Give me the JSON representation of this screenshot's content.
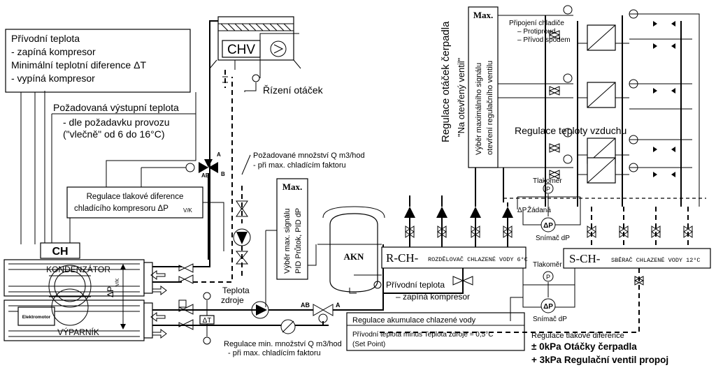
{
  "supply_box": {
    "line1": "Přívodní teplota",
    "line2": "- zapíná kompresor",
    "line3": "Minimální teplotní diference ΔT",
    "line4": "- vypíná kompresor"
  },
  "outlet_temp": {
    "title": "Požadovaná výstupní teplota",
    "line1": "- dle požadavku provozu",
    "line2": "(\"vlečně\" od 6 do 16°C)"
  },
  "pressure_reg_box": {
    "line1": "Regulace tlakové diference",
    "line2": "chladícího kompresoru ΔP",
    "sub": "V/K"
  },
  "chv_label": "CHV",
  "speed_control": "Řízení otáček",
  "required_q": {
    "line1": "Požadované množství Q m3/hod",
    "line2": "- při max. chladícím faktoru"
  },
  "max_box_mid": {
    "title": "Max.",
    "line1": "Výběr max. signálu",
    "line2": "PID Průtok, PID dP"
  },
  "akn_label": "AKN",
  "r_ch": {
    "code": "R-CH-",
    "desc": "ROZDĚLOVAČ CHLAZENÉ VODY 6°C"
  },
  "s_ch": {
    "code": "S-CH-",
    "desc": "SBĚRAČ CHLAZENÉ VODY 12°C"
  },
  "ch_label": "CH",
  "condenser_label": "KONDENZÁTOR",
  "evaporator_label": "VÝPARNÍK",
  "electromotor_label": "Elektromotor",
  "dpvk_label": "ΔP",
  "dpvk_sub": "V/K",
  "dt_label": "ΔT",
  "source_temp": {
    "line1": "Teplota",
    "line2": "zdroje"
  },
  "supply_temp_mid": {
    "line1": "Přívodní teplota",
    "line2": "– zapíná kompresor"
  },
  "accumulation_box": {
    "title": "Regulace akumulace chlazené vody",
    "line1": "Přívodní teplota mínus Teplota zdroje = 0,5°C",
    "line2": "(Set Point)"
  },
  "min_q": {
    "line1": "Regulace min. množství Q m3/hod",
    "line2": "- při max. chladícím faktoru"
  },
  "pump_speed_reg": {
    "line1": "Regulace otáček čerpadla",
    "line2": "\"Na otevřený ventil\""
  },
  "max_box_right": {
    "title": "Max.",
    "line1": "Výběr maximálního signálu",
    "line2": "otevření regulačního ventilu"
  },
  "cooler_conn": {
    "title": "Připojení chladiče",
    "line1": "– Protiproud",
    "line2": "– Přívod spodem"
  },
  "air_temp_reg": "Regulace teploty vzduchu",
  "tlakomer": "Tlakoměr",
  "zadana": "Žádaná",
  "dp_symbol": "ΔP",
  "dp_sensor": "Snímač dP",
  "tlakomer2": "Tlakoměr",
  "dp_sensor2": "Snímač dP",
  "pressure_diff_reg": {
    "title": "Regulace tlakové diference",
    "line1": "± 0kPa Otáčky čerpadla",
    "line2": "+ 3kPa Regulační ventil propoj"
  },
  "valve_ports": {
    "a": "A",
    "ab": "AB",
    "b": "B"
  },
  "pressure_gauge_symbol": "P"
}
